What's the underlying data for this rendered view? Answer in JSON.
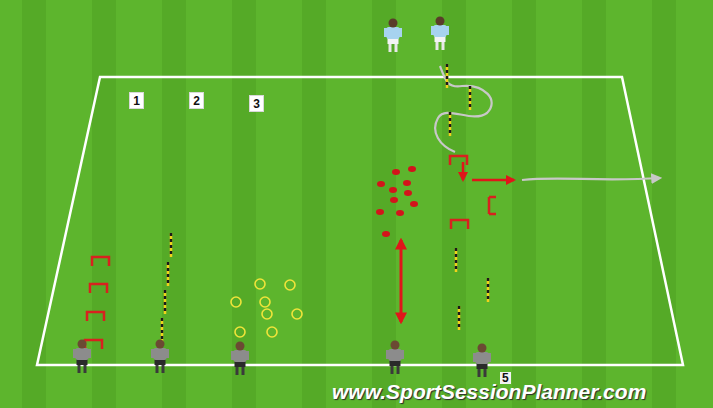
{
  "diagram": {
    "nodes": [
      {
        "text": [
          "1"
        ]
      },
      {
        "text": [
          "2"
        ]
      },
      {
        "text": [
          "3"
        ]
      }
    ],
    "labels": [
      "5",
      "www.SportSessionPlanner.com"
    ]
  }
}
